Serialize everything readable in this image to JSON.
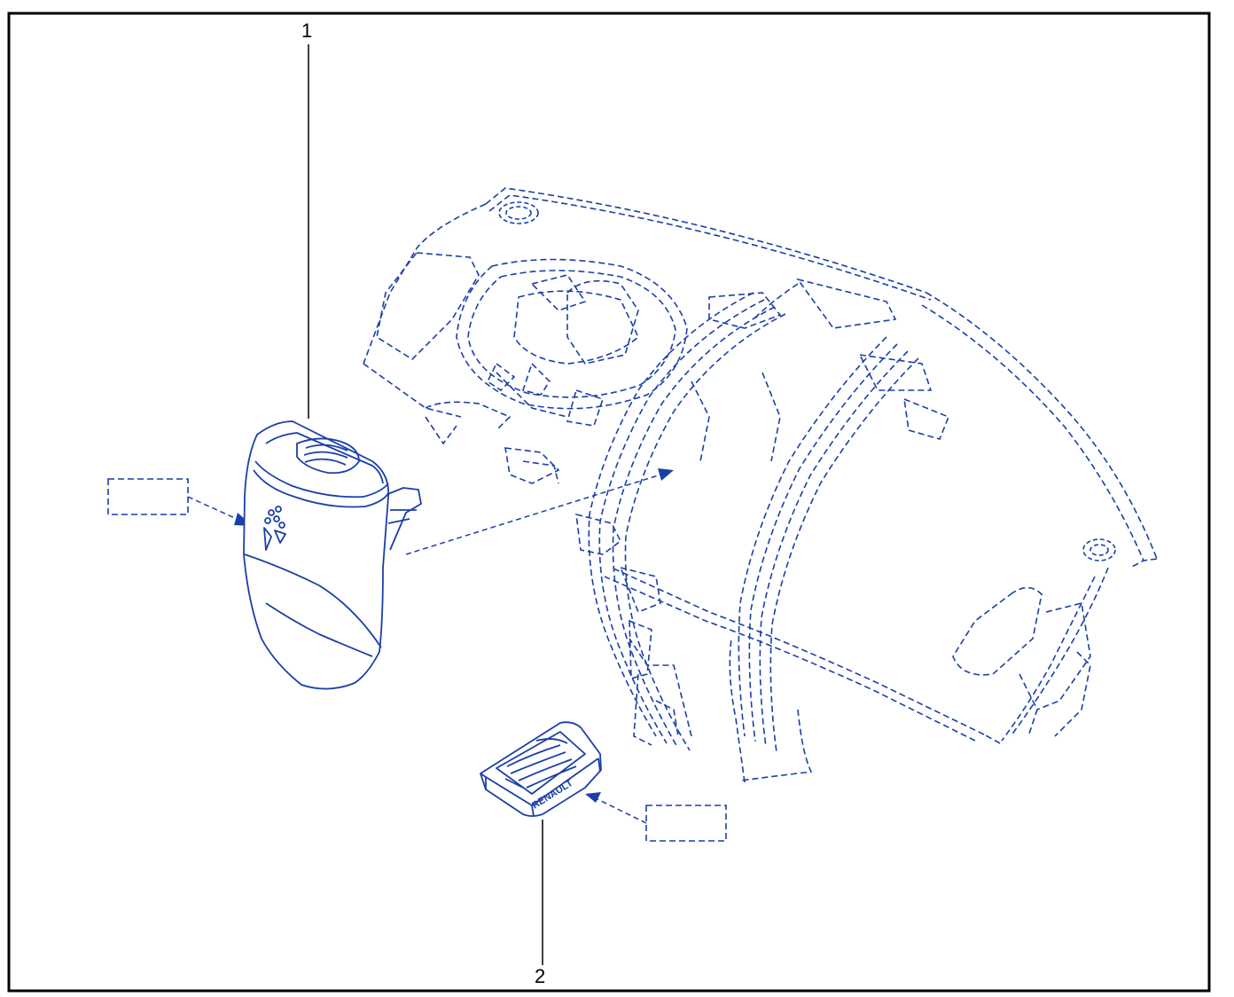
{
  "diagram": {
    "callouts": [
      {
        "number": "1"
      },
      {
        "number": "2"
      }
    ],
    "part_2_brand_text": "RENAULT",
    "colors": {
      "line": "#1a3fa8",
      "frame": "#000000",
      "background": "#ffffff"
    }
  }
}
